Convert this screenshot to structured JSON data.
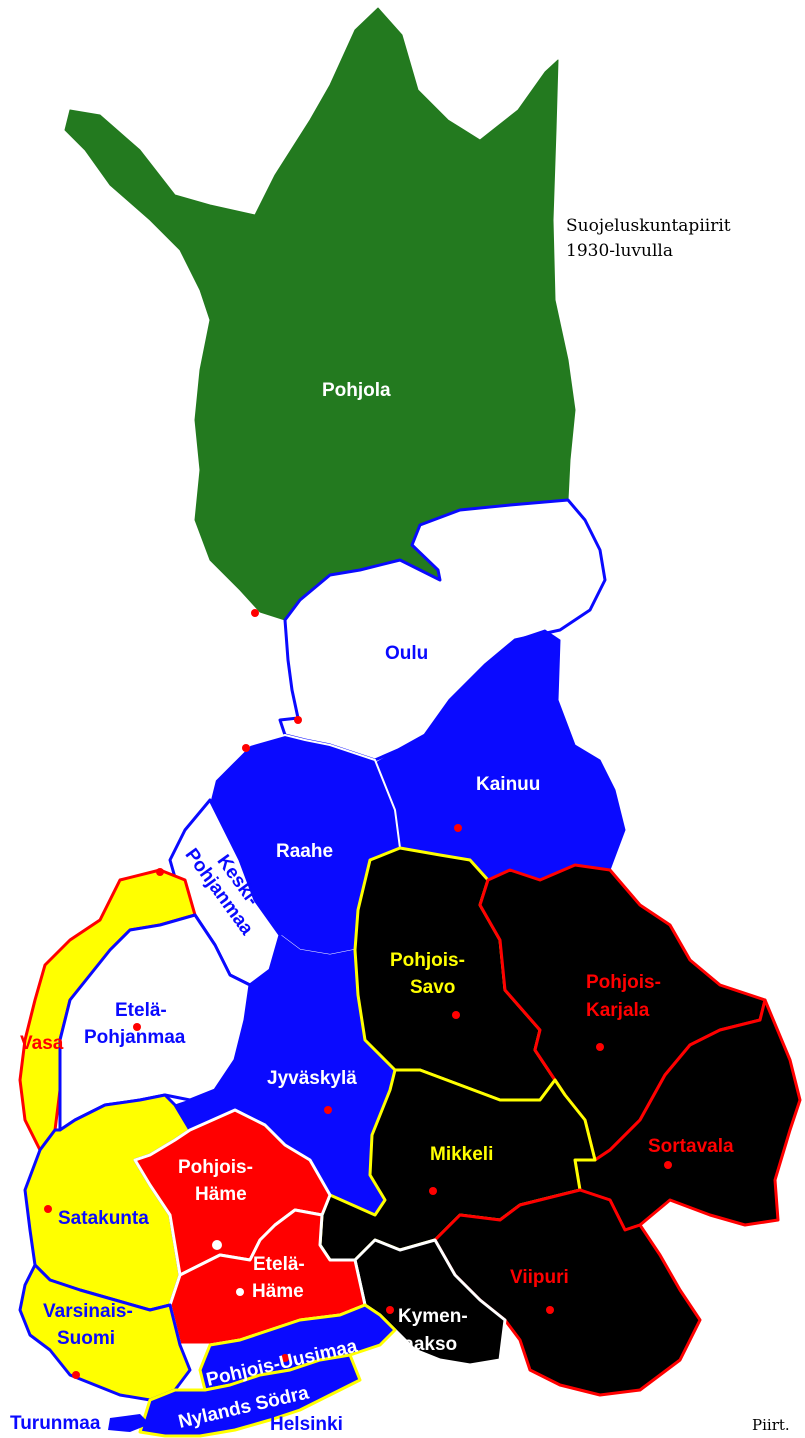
{
  "map": {
    "title_line1": "Suojeluskuntapiirit",
    "title_line2": "1930-luvulla",
    "credit": "Piirt.",
    "colors": {
      "green": "#237a1f",
      "white": "#ffffff",
      "blue": "#0a0aff",
      "yellow": "#ffff00",
      "black": "#000000",
      "red": "#ff0000"
    },
    "districts": {
      "pohjola": "Pohjola",
      "oulu": "Oulu",
      "kainuu": "Kainuu",
      "raahe": "Raahe",
      "keski_1": "Keski-",
      "keski_2": "Pohjanmaa",
      "etela_pohj_1": "Etelä-",
      "etela_pohj_2": "Pohjanmaa",
      "vasa": "Vasa",
      "jyvaskyla": "Jyväskylä",
      "pohjois_savo_1": "Pohjois-",
      "pohjois_savo_2": "Savo",
      "pohjois_karjala_1": "Pohjois-",
      "pohjois_karjala_2": "Karjala",
      "mikkeli": "Mikkeli",
      "sortavala": "Sortavala",
      "satakunta": "Satakunta",
      "pohjois_hame_1": "Pohjois-",
      "pohjois_hame_2": "Häme",
      "etela_hame_1": "Etelä-",
      "etela_hame_2": "Häme",
      "varsinais_1": "Varsinais-",
      "varsinais_2": "Suomi",
      "kymen_1": "Kymen-",
      "kymen_2": "laakso",
      "viipuri": "Viipuri",
      "pohjois_uusimaa": "Pohjois-Uusimaa",
      "nylands_sodra": "Nylands Södra",
      "helsinki": "Helsinki",
      "turunmaa": "Turunmaa"
    }
  }
}
